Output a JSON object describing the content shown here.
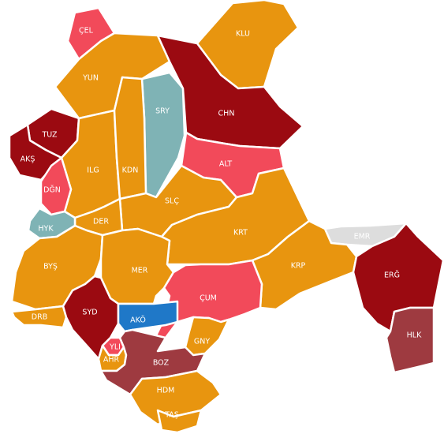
{
  "palette": {
    "orange": "#E8950F",
    "dark_red": "#9B0A11",
    "red": "#F24A5A",
    "teal": "#7FB3B5",
    "blue": "#1F78C8",
    "light_gray": "#DDDDDD",
    "brown_red": "#9E3A40"
  },
  "regions": [
    {
      "id": "cel",
      "label": "ÇEL",
      "color": "red"
    },
    {
      "id": "klu",
      "label": "KLU",
      "color": "orange"
    },
    {
      "id": "yun",
      "label": "YUN",
      "color": "orange"
    },
    {
      "id": "sry",
      "label": "SRY",
      "color": "teal"
    },
    {
      "id": "chn",
      "label": "CHN",
      "color": "dark_red"
    },
    {
      "id": "tuz",
      "label": "TUZ",
      "color": "dark_red"
    },
    {
      "id": "aks",
      "label": "AKŞ",
      "color": "dark_red"
    },
    {
      "id": "ilg",
      "label": "ILG",
      "color": "orange"
    },
    {
      "id": "kdn",
      "label": "KDN",
      "color": "orange"
    },
    {
      "id": "alt",
      "label": "ALT",
      "color": "red"
    },
    {
      "id": "dgn",
      "label": "DĞN",
      "color": "red"
    },
    {
      "id": "slc",
      "label": "SLÇ",
      "color": "orange"
    },
    {
      "id": "der",
      "label": "DER",
      "color": "orange"
    },
    {
      "id": "hyk",
      "label": "HYK",
      "color": "teal"
    },
    {
      "id": "krt",
      "label": "KRT",
      "color": "orange"
    },
    {
      "id": "emr",
      "label": "EMR",
      "color": "light_gray"
    },
    {
      "id": "bys",
      "label": "BYŞ",
      "color": "orange"
    },
    {
      "id": "mer",
      "label": "MER",
      "color": "orange"
    },
    {
      "id": "krp",
      "label": "KRP",
      "color": "orange"
    },
    {
      "id": "erg",
      "label": "ERĞ",
      "color": "dark_red"
    },
    {
      "id": "cum",
      "label": "ÇUM",
      "color": "red"
    },
    {
      "id": "drb",
      "label": "DRB",
      "color": "orange"
    },
    {
      "id": "syd",
      "label": "SYD",
      "color": "dark_red"
    },
    {
      "id": "ako",
      "label": "AKÖ",
      "color": "blue"
    },
    {
      "id": "hlk",
      "label": "HLK",
      "color": "brown_red"
    },
    {
      "id": "yli",
      "label": "YLI",
      "color": "red"
    },
    {
      "id": "gny",
      "label": "GNY",
      "color": "orange"
    },
    {
      "id": "ahr",
      "label": "AHR",
      "color": "orange"
    },
    {
      "id": "boz",
      "label": "BOZ",
      "color": "brown_red"
    },
    {
      "id": "hdm",
      "label": "HDM",
      "color": "orange"
    },
    {
      "id": "tas",
      "label": "TAŞ",
      "color": "orange"
    }
  ]
}
